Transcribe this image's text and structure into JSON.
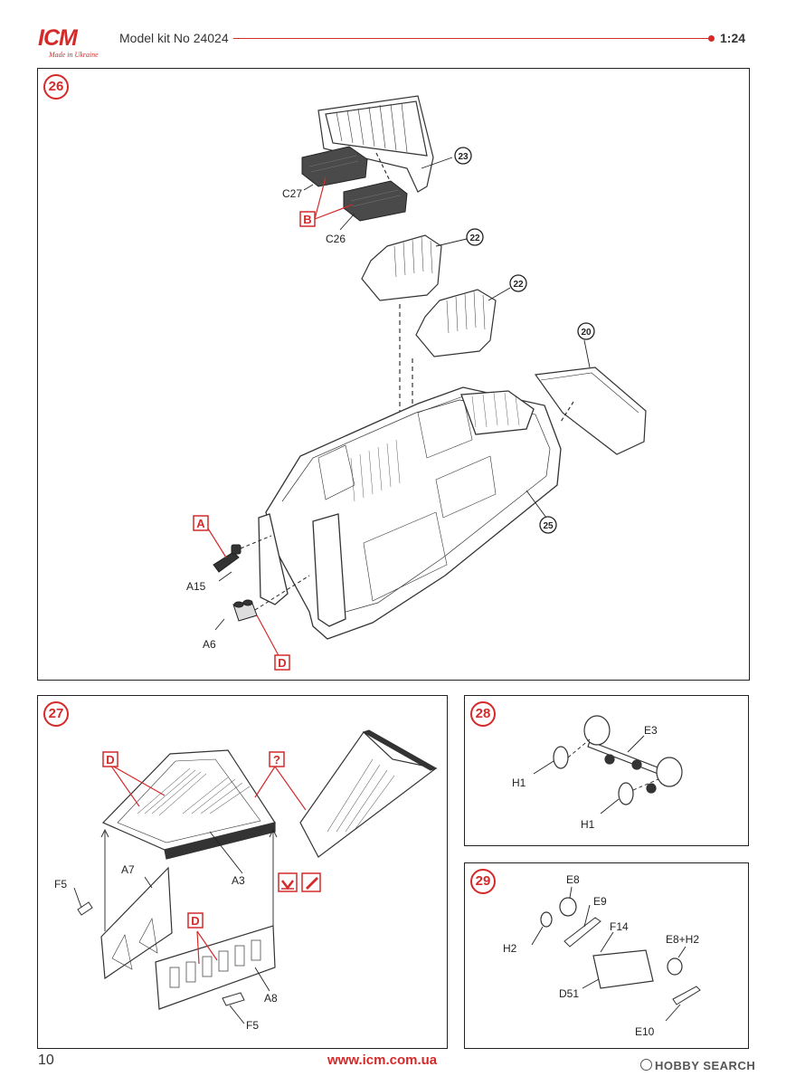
{
  "header": {
    "logo_text": "ICM",
    "logo_tagline": "Made in Ukraine",
    "model_title": "Model kit No 24024",
    "scale": "1:24"
  },
  "colors": {
    "accent": "#d42a2a",
    "ink": "#222222",
    "seat_dark": "#4a4a4a"
  },
  "steps": [
    {
      "number": "26",
      "labels": {
        "c27": "C27",
        "c26": "C26",
        "a15": "A15",
        "a6": "A6"
      },
      "tags": {
        "b": "B",
        "a": "A",
        "d": "D"
      },
      "refs": {
        "r23": "23",
        "r22a": "22",
        "r22b": "22",
        "r20": "20",
        "r25": "25"
      }
    },
    {
      "number": "27",
      "labels": {
        "f5_top": "F5",
        "a7": "A7",
        "a3": "A3",
        "a8": "A8",
        "f5_bottom": "F5"
      },
      "tags": {
        "d1": "D",
        "q": "?",
        "d2": "D"
      },
      "icons": [
        "cement-icon",
        "paint-icon"
      ]
    },
    {
      "number": "28",
      "labels": {
        "e3": "E3",
        "h1_top": "H1",
        "h1_bottom": "H1"
      }
    },
    {
      "number": "29",
      "labels": {
        "e8": "E8",
        "e9": "E9",
        "f14": "F14",
        "e8h2": "E8+H2",
        "h2": "H2",
        "d51": "D51",
        "e10": "E10"
      }
    }
  ],
  "footer": {
    "page_number": "10",
    "website": "www.icm.com.ua",
    "watermark": "HOBBY SEARCH"
  }
}
